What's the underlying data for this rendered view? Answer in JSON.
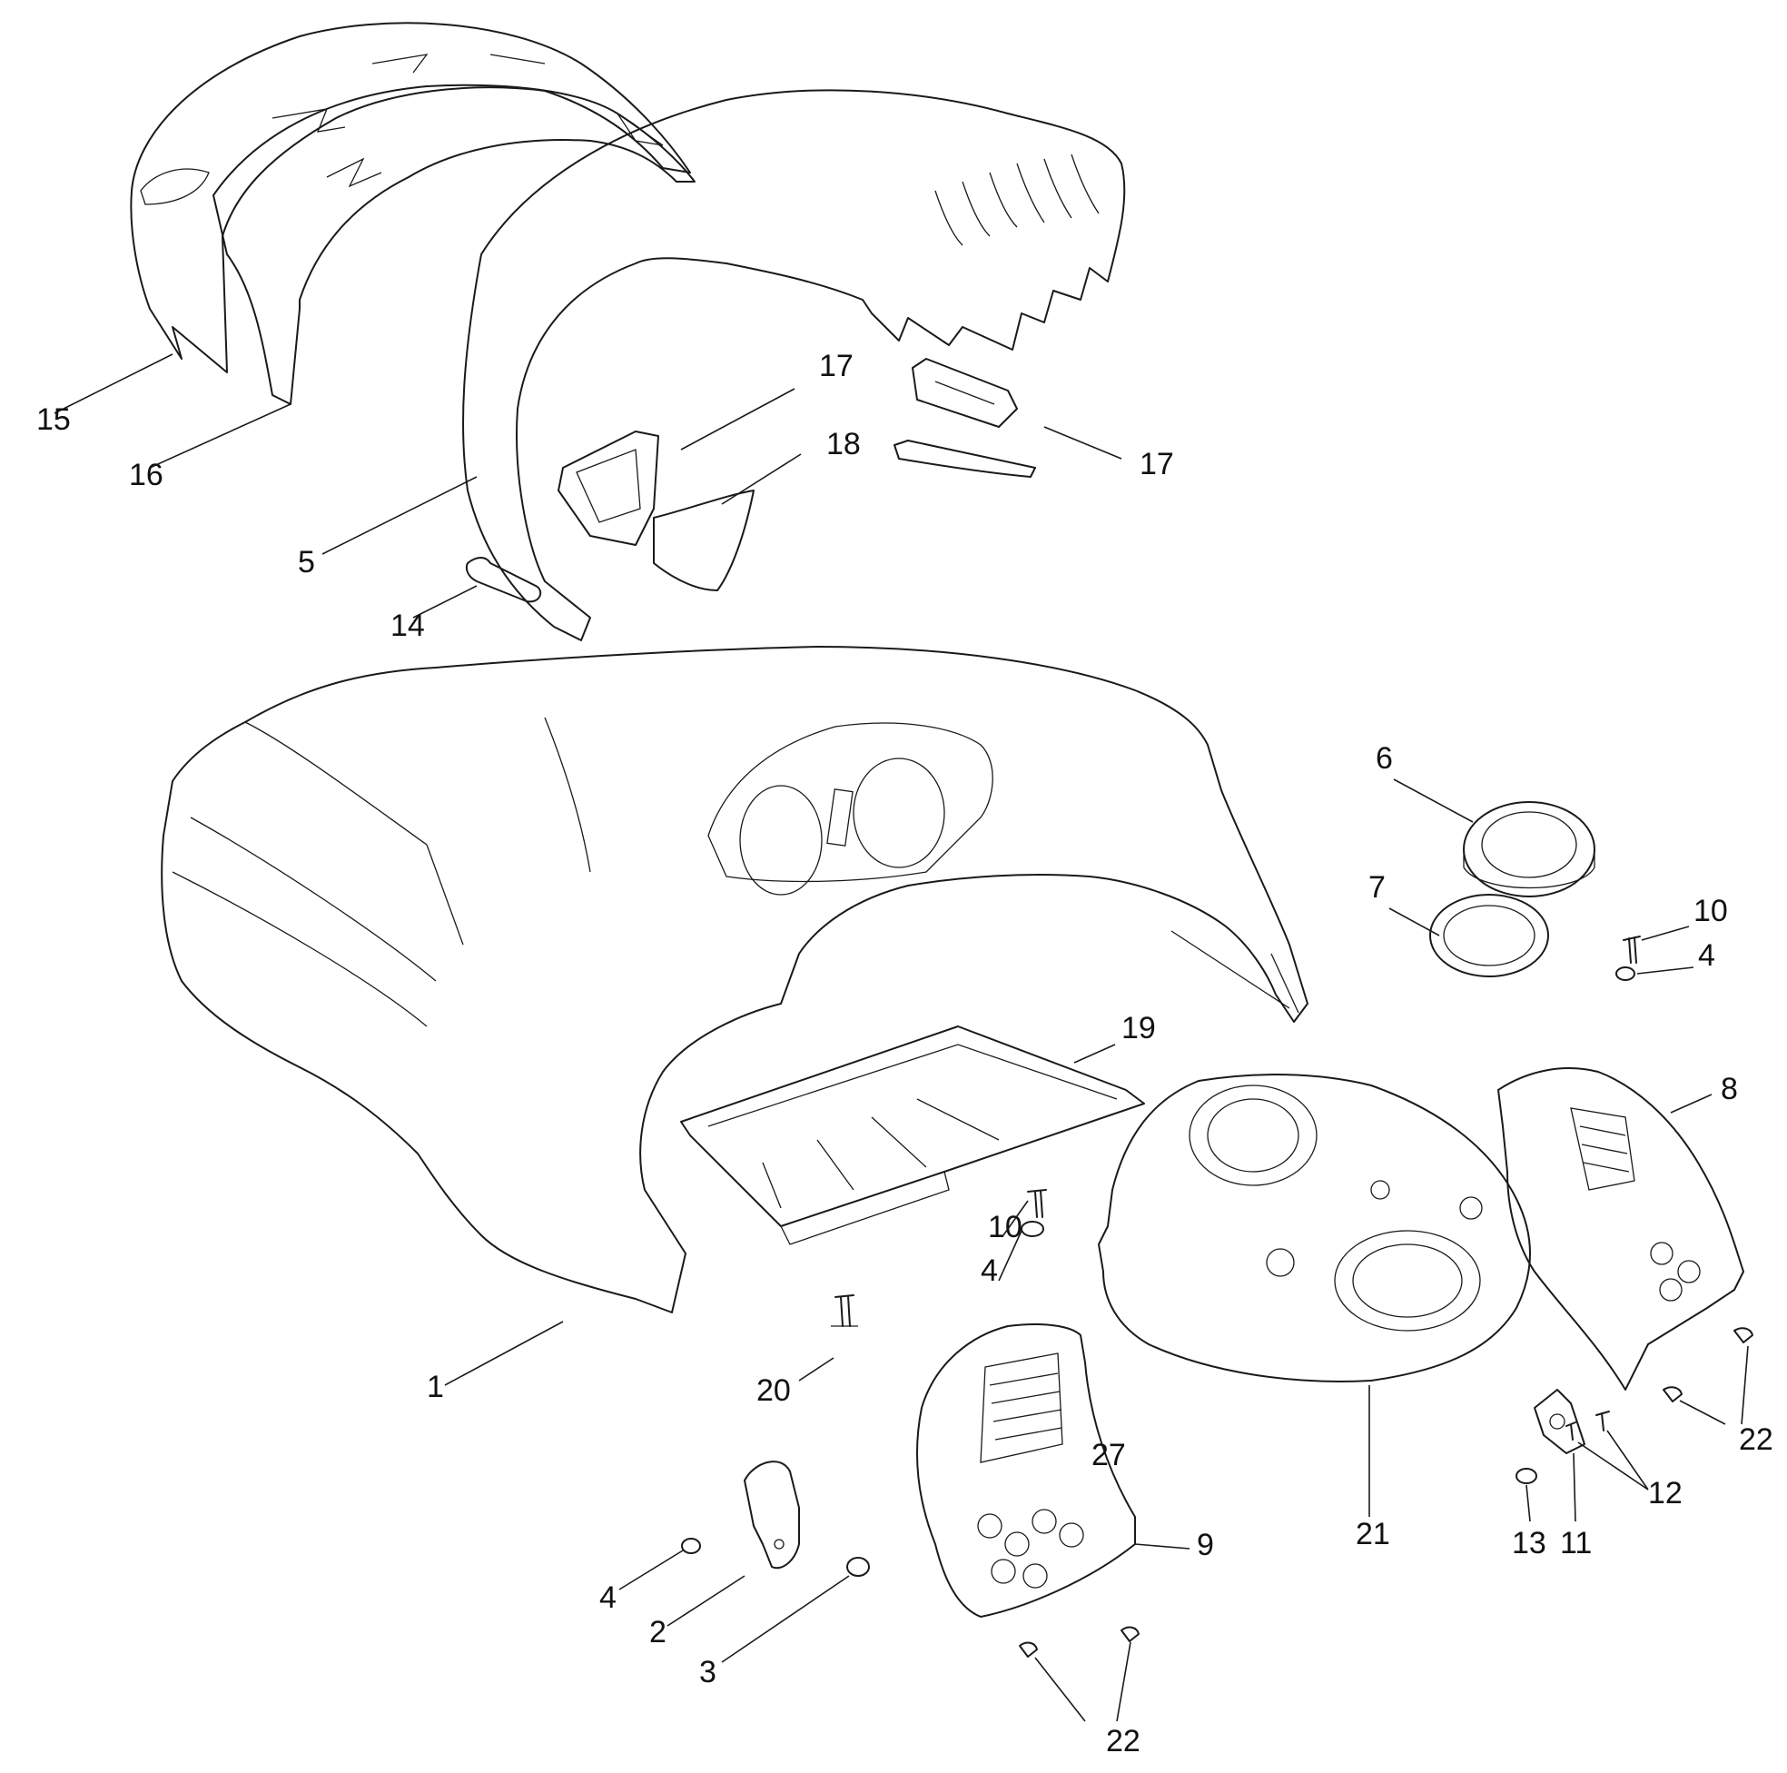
{
  "callouts": [
    {
      "id": "c15",
      "label": "15"
    },
    {
      "id": "c16",
      "label": "16"
    },
    {
      "id": "c17a",
      "label": "17"
    },
    {
      "id": "c17b",
      "label": "17"
    },
    {
      "id": "c18",
      "label": "18"
    },
    {
      "id": "c5",
      "label": "5"
    },
    {
      "id": "c14",
      "label": "14"
    },
    {
      "id": "c6",
      "label": "6"
    },
    {
      "id": "c7",
      "label": "7"
    },
    {
      "id": "c10a",
      "label": "10"
    },
    {
      "id": "c4a",
      "label": "4"
    },
    {
      "id": "c19",
      "label": "19"
    },
    {
      "id": "c8",
      "label": "8"
    },
    {
      "id": "c10b",
      "label": "10"
    },
    {
      "id": "c4b",
      "label": "4"
    },
    {
      "id": "c20",
      "label": "20"
    },
    {
      "id": "c1",
      "label": "1"
    },
    {
      "id": "c27",
      "label": "27"
    },
    {
      "id": "c9",
      "label": "9"
    },
    {
      "id": "c21",
      "label": "21"
    },
    {
      "id": "c12",
      "label": "12"
    },
    {
      "id": "c22a",
      "label": "22"
    },
    {
      "id": "c13",
      "label": "13"
    },
    {
      "id": "c11",
      "label": "11"
    },
    {
      "id": "c4c",
      "label": "4"
    },
    {
      "id": "c2",
      "label": "2"
    },
    {
      "id": "c3",
      "label": "3"
    },
    {
      "id": "c22b",
      "label": "22"
    }
  ]
}
